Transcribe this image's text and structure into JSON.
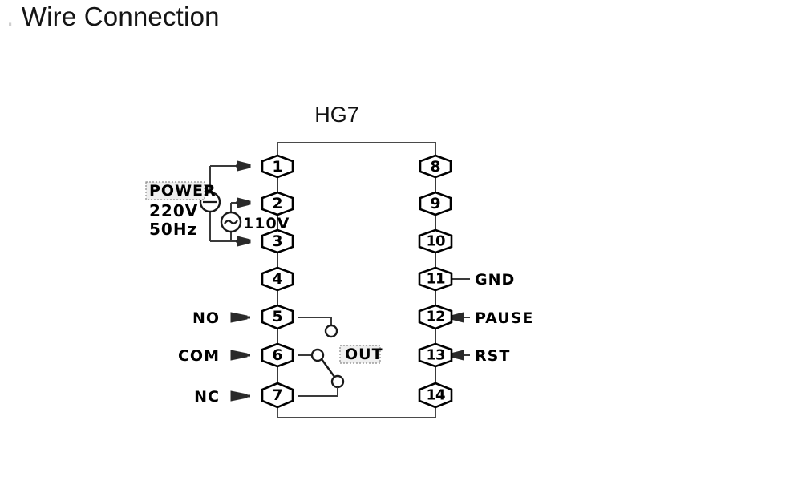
{
  "page": {
    "title": "Wire Connection",
    "title_prefix": "."
  },
  "diagram": {
    "model_label": "HG7",
    "out_label": "OUT",
    "power": {
      "title": "POWER",
      "voltage": "220V",
      "frequency": "50Hz",
      "secondary_voltage": "110V",
      "source_icon": "ac-source-icon",
      "secondary_source_icon": "ac-source-icon"
    },
    "terminals_left": [
      {
        "number": "1",
        "label": "",
        "has_lug": true
      },
      {
        "number": "2",
        "label": "",
        "has_lug": true
      },
      {
        "number": "3",
        "label": "",
        "has_lug": true
      },
      {
        "number": "4",
        "label": "",
        "has_lug": false
      },
      {
        "number": "5",
        "label": "NO",
        "has_lug": true
      },
      {
        "number": "6",
        "label": "COM",
        "has_lug": true
      },
      {
        "number": "7",
        "label": "NC",
        "has_lug": true
      }
    ],
    "terminals_right": [
      {
        "number": "8",
        "label": "",
        "has_lug": false
      },
      {
        "number": "9",
        "label": "",
        "has_lug": false
      },
      {
        "number": "10",
        "label": "",
        "has_lug": false
      },
      {
        "number": "11",
        "label": "GND",
        "has_lug": false
      },
      {
        "number": "12",
        "label": "PAUSE",
        "has_lug": true
      },
      {
        "number": "13",
        "label": "RST",
        "has_lug": true
      },
      {
        "number": "14",
        "label": "",
        "has_lug": false
      }
    ],
    "colors": {
      "background": "#ffffff",
      "wire": "#3a3a3a",
      "terminal_outline": "#000000",
      "text": "#000000"
    }
  }
}
